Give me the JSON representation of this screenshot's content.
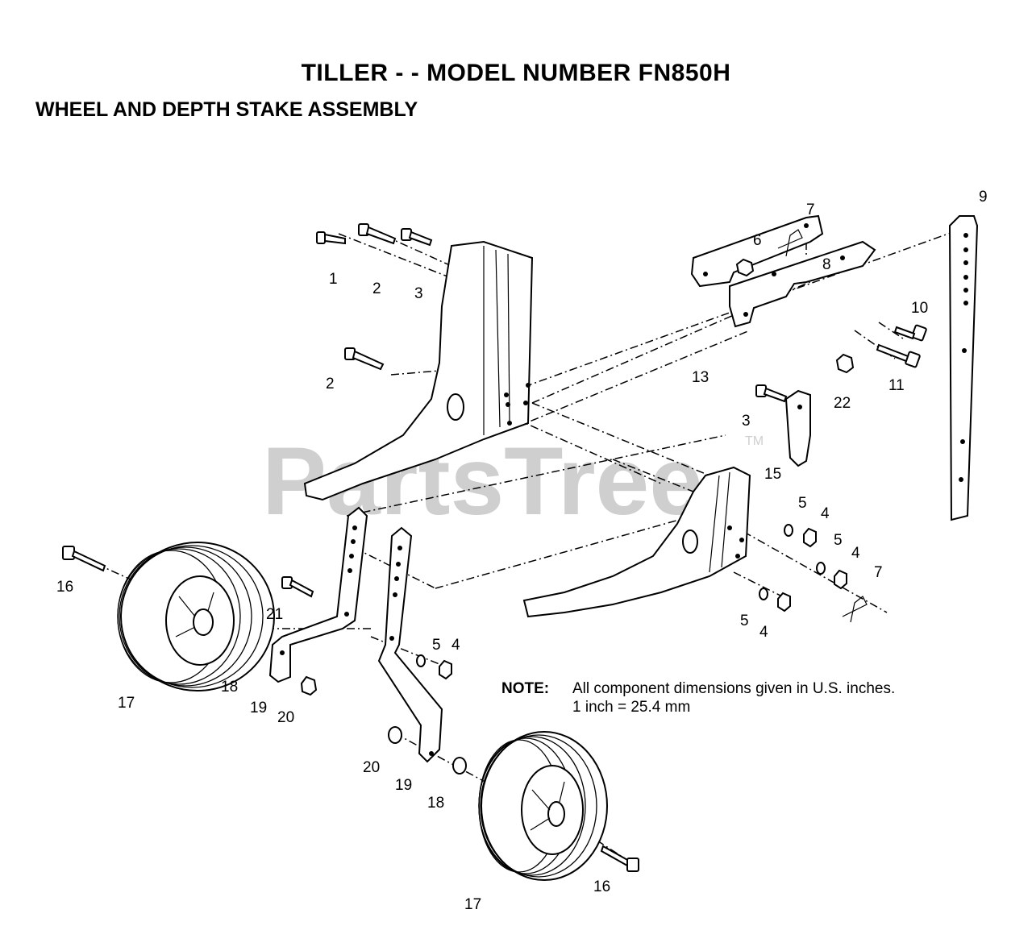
{
  "header": {
    "title": "TILLER - - MODEL NUMBER FN850H",
    "subtitle": "WHEEL AND DEPTH STAKE ASSEMBLY"
  },
  "note": {
    "label": "NOTE:",
    "line1": "All component dimensions given in U.S. inches.",
    "line2": "1 inch = 25.4 mm"
  },
  "watermark": {
    "text": "PartsTree",
    "trademark": "TM"
  },
  "callouts": [
    "1",
    "2",
    "3",
    "2",
    "6",
    "7",
    "8",
    "9",
    "10",
    "11",
    "22",
    "13",
    "3",
    "15",
    "5",
    "4",
    "5",
    "4",
    "7",
    "5",
    "4",
    "16",
    "21",
    "5",
    "4",
    "17",
    "18",
    "19",
    "20",
    "20",
    "19",
    "18",
    "17",
    "16"
  ]
}
